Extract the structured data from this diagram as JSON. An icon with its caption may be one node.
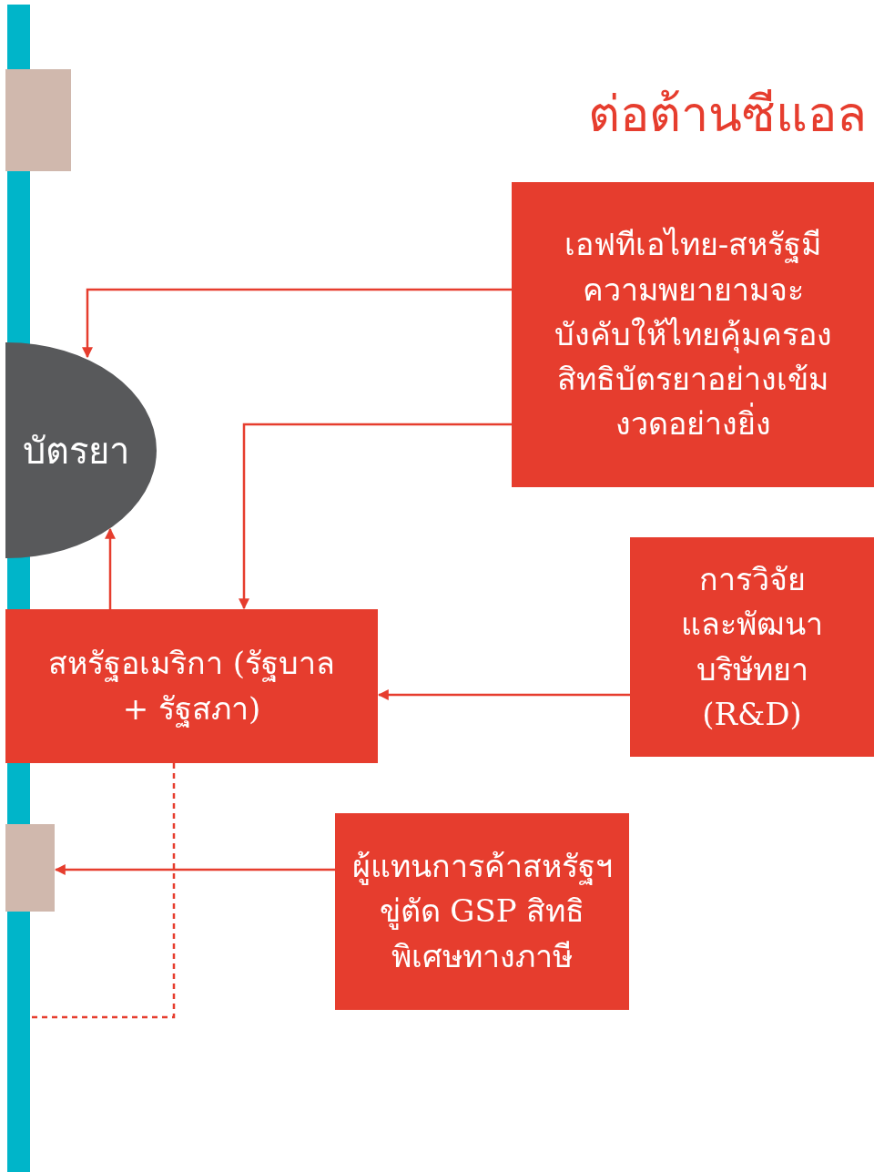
{
  "diagram": {
    "title": "ต่อต้านซีแอล",
    "nodes": [
      {
        "text": [],
        "shape": "box"
      },
      {
        "text": [
          "เอฟทีเอไทย-สหรัฐมีความพยายามจะบังคับให้ไทยคุ้มครองสิทธิบัตรยาอย่างเข้มงวดอย่างยิ่ง"
        ]
      },
      {
        "text": [
          "บัตรยา"
        ]
      },
      {
        "text": [
          "การวิจัยและพัฒนาบริษัทยา (R&D)"
        ]
      },
      {
        "text": [
          "สหรัฐอเมริกา (รัฐบาล + รัฐสภา)"
        ]
      },
      {
        "text": [],
        "shape": "box"
      },
      {
        "text": [
          "ผู้แทนการค้าสหรัฐฯ ขู่ตัด GSP สิทธิพิเศษทางภาษี"
        ]
      },
      {
        "text": [],
        "shape": "bar"
      }
    ],
    "edges": [
      {
        "from": 1,
        "to": 2,
        "arrow": "to"
      },
      {
        "from": 1,
        "to": 4,
        "arrow": "to"
      },
      {
        "from": 4,
        "to": 2,
        "arrow": "to"
      },
      {
        "from": 3,
        "to": 4,
        "arrow": "to"
      },
      {
        "from": 6,
        "to": 5,
        "arrow": "to"
      },
      {
        "from": 4,
        "to": 7,
        "arrow": "none",
        "style": "dashed"
      }
    ]
  }
}
